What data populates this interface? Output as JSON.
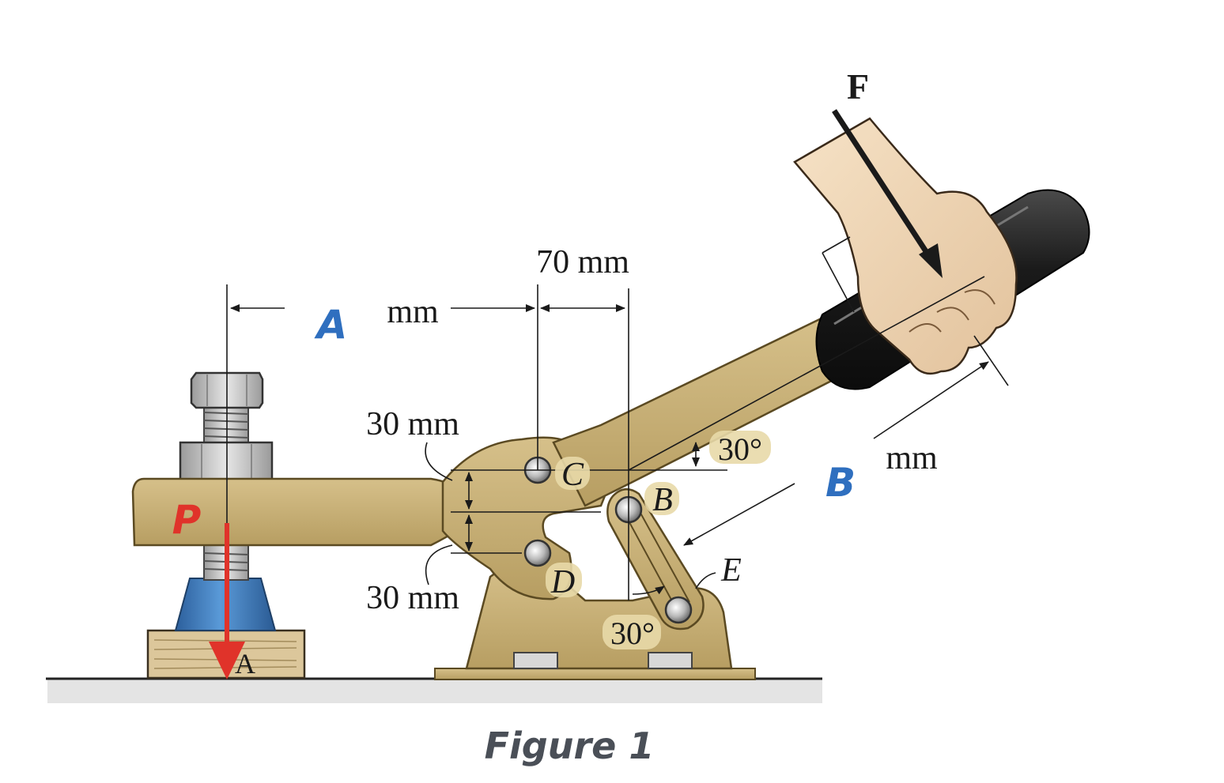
{
  "labels": {
    "dim_top": "70 mm",
    "dim_A_unit": "mm",
    "dim_A_var": "A",
    "dim_30_upper": "30 mm",
    "dim_30_lower": "30 mm",
    "dim_B_var": "B",
    "dim_B_unit": "mm",
    "angle_top": "30°",
    "angle_bottom": "30°",
    "force_F": "F",
    "force_P": "P",
    "point_A": "A",
    "point_B": "B",
    "point_C": "C",
    "point_D": "D",
    "point_E": "E",
    "caption": "Figure 1"
  },
  "colors": {
    "clamp_body": "#c9b27a",
    "clamp_dark": "#8a7544",
    "handle_grip": "#1c1c1c",
    "cone": "#3f7fc4",
    "force_P": "#e0332a",
    "variable_label": "#2f6fbf",
    "block": "#d8c49a"
  }
}
